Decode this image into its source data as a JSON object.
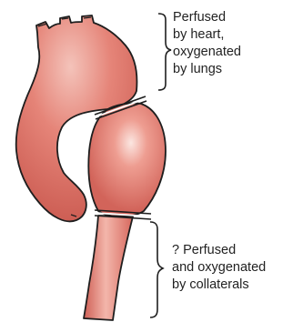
{
  "labels": {
    "top": [
      "Perfused",
      "by heart,",
      "oxygenated",
      "by lungs"
    ],
    "bottom": [
      "? Perfused",
      "and oxygenated",
      "by collaterals"
    ]
  },
  "colors": {
    "vessel_fill": "#e58478",
    "vessel_highlight": "#f6c9c1",
    "vessel_shadow": "#c9574e",
    "outline": "#1e1e1e",
    "text": "#222222"
  }
}
